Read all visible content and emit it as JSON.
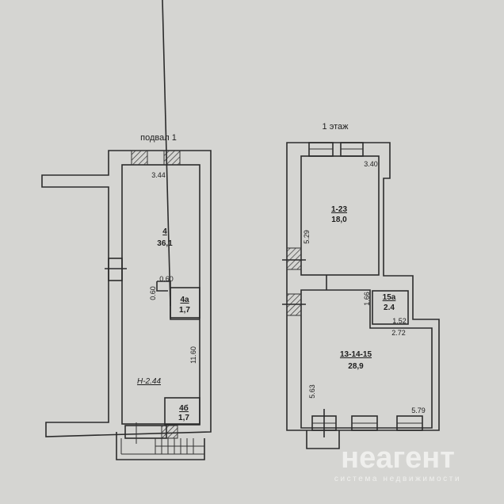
{
  "basement": {
    "title": "подвал 1",
    "rooms": [
      {
        "id": "4",
        "area": "36,1"
      },
      {
        "id": "4а",
        "area": "1,7"
      },
      {
        "id": "4б",
        "area": "1,7"
      }
    ],
    "dimensions": {
      "top": "3.44",
      "niche_w": "0.60",
      "niche_h": "0.60",
      "length": "11.60"
    },
    "height_label": "H-2.44"
  },
  "floor1": {
    "title": "1 этаж",
    "rooms": [
      {
        "id": "1-23",
        "area": "18,0"
      },
      {
        "id": "15а",
        "area": "2.4"
      },
      {
        "id": "13-14-15",
        "area": "28,9"
      }
    ],
    "dimensions": {
      "top": "3.40",
      "left_upper": "5.29",
      "small_h": "1.66",
      "small_w": "1.52",
      "mid": "2.72",
      "left_lower": "5.63",
      "bottom": "5.79"
    }
  },
  "watermark": {
    "brand": "неагент",
    "tagline": "система недвижимости"
  },
  "colors": {
    "paper": "#d5d5d2",
    "line": "#2c2c2c"
  }
}
